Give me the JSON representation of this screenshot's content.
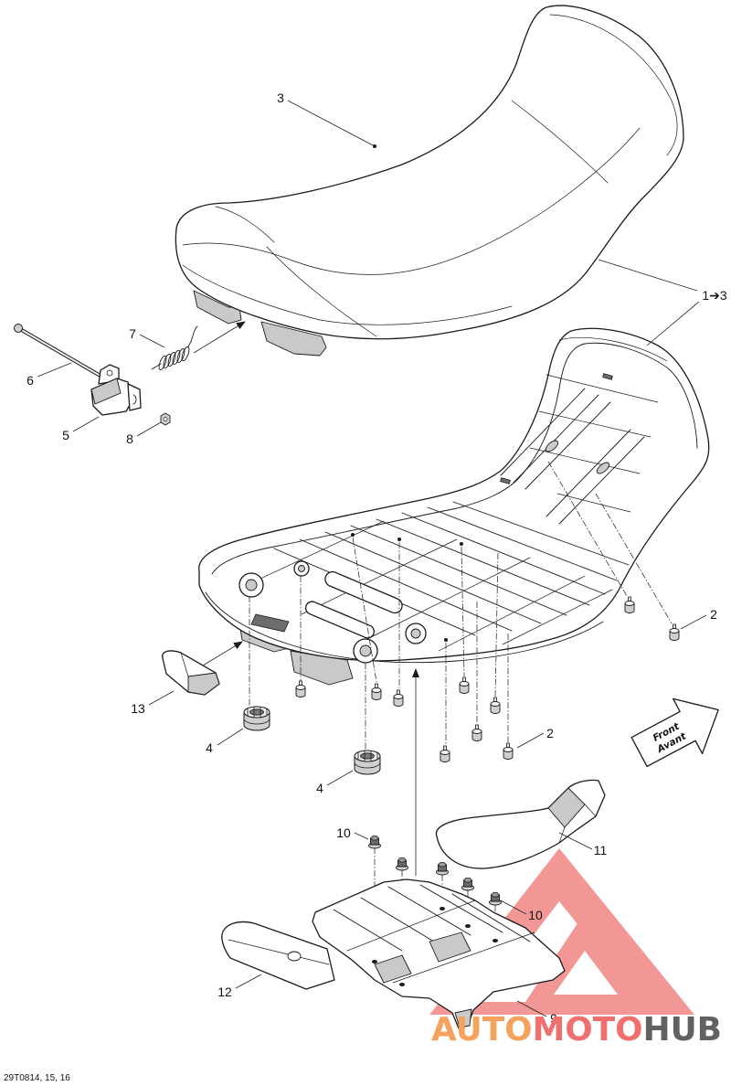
{
  "callouts": {
    "seat": "3",
    "seat_assembly": "1➔3",
    "bolt": "6",
    "spring": "7",
    "latch": "5",
    "nut": "8",
    "bumper_rear": "2",
    "pad_front": "13",
    "grommet_left": "4",
    "bumper_front": "2",
    "grommet_center": "4",
    "bolts_left": "10",
    "foam_pad": "11",
    "bolts_right": "10",
    "strip": "12",
    "skid_plate": "9"
  },
  "direction_arrow": {
    "line1": "Front",
    "line2": "Avant"
  },
  "figure_code": "29T0814, 15, 16",
  "watermark": {
    "part1": "AUTO",
    "part2": "MOTO",
    "part3": "HUB"
  },
  "colors": {
    "line": "#1a1a1a",
    "watermark_red": "#ef6f6f",
    "watermark_orange": "#f5a25d",
    "watermark_gray": "#616161"
  }
}
